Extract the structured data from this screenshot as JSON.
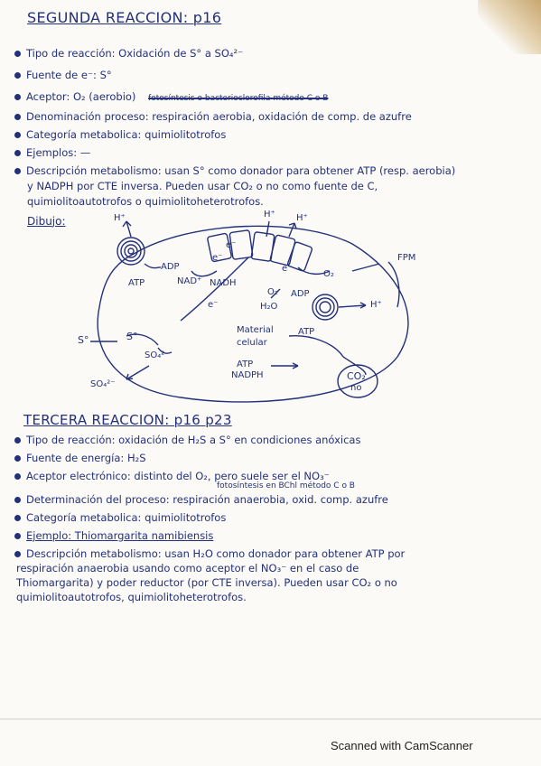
{
  "segunda": {
    "title": "SEGUNDA REACCION: p16",
    "tipo": "Tipo de reacción: Oxidación de S° a SO₄²⁻",
    "fuente": "Fuente de e⁻: S°",
    "aceptor": "Aceptor: O₂ (aerobio)",
    "aceptor_struck": "fotosíntesis o bacterioclorofila método C o B",
    "denominacion": "Denominación proceso: respiración aerobia, oxidación de comp. de azufre",
    "categoria": "Categoría metabolica: quimiolitotrofos",
    "ejemplos": "Ejemplos: —",
    "descripcion_1": "Descripción metabolismo: usan S° como donador para obtener ATP (resp. aerobia)",
    "descripcion_2": "y NADPH por CTE inversa. Pueden usar CO₂ o no como fuente de C,",
    "descripcion_3": "quimiolitoautotrofos o quimiolitoheterotrofos."
  },
  "dibujo": {
    "label": "Dibujo:",
    "h_top_left": "H⁺",
    "h_top_mid": "H⁺",
    "h_top_right": "H⁺",
    "h_right": "H⁺",
    "fpm": "FPM",
    "e1": "e⁻",
    "e2": "e⁻",
    "e3": "e⁻",
    "e4": "e⁻",
    "adp_left": "ADP",
    "atp_left": "ATP",
    "nad": "NAD⁺",
    "nadh": "NADH",
    "o2_mem": "O₂",
    "o2_in": "O₂",
    "h2o": "H₂O",
    "adp_right": "ADP",
    "atp_right": "ATP",
    "s0_out": "S°",
    "s0_in": "S°",
    "so4_in": "SO₄²⁻",
    "so4_out": "SO₄²⁻",
    "material_1": "Material",
    "material_2": "celular",
    "atp_mid": "ATP",
    "nadph_mid": "NADPH",
    "co2": "CO₂",
    "no": "no"
  },
  "tercera": {
    "title": "TERCERA REACCION: p16 p23",
    "tipo": "Tipo de reacción: oxidación de H₂S a S° en condiciones anóxicas",
    "fuente": "Fuente de energía: H₂S",
    "aceptor": "Aceptor electrónico: distinto del O₂, pero suele ser el NO₃⁻",
    "aceptor_note": "fotosíntesis en BChl método C o B",
    "determinacion": "Determinación del proceso: respiración anaerobia, oxid. comp. azufre",
    "categoria": "Categoría metabolica: quimiolitotrofos",
    "ejemplo": "Ejemplo: Thiomargarita namibiensis",
    "descripcion_1": "Descripción metabolismo: usan H₂O como donador para obtener ATP por",
    "descripcion_2": "respiración anaerobia usando como aceptor el NO₃⁻ en el caso de",
    "descripcion_3": "Thiomargarita) y poder reductor (por CTE inversa). Pueden usar CO₂ o no",
    "descripcion_4": "quimiolitoautotrofos, quimiolitoheterotrofos."
  },
  "footer": {
    "scanner": "Scanned with CamScanner"
  },
  "colors": {
    "ink": "#23307a",
    "paper": "#fbfaf7"
  }
}
